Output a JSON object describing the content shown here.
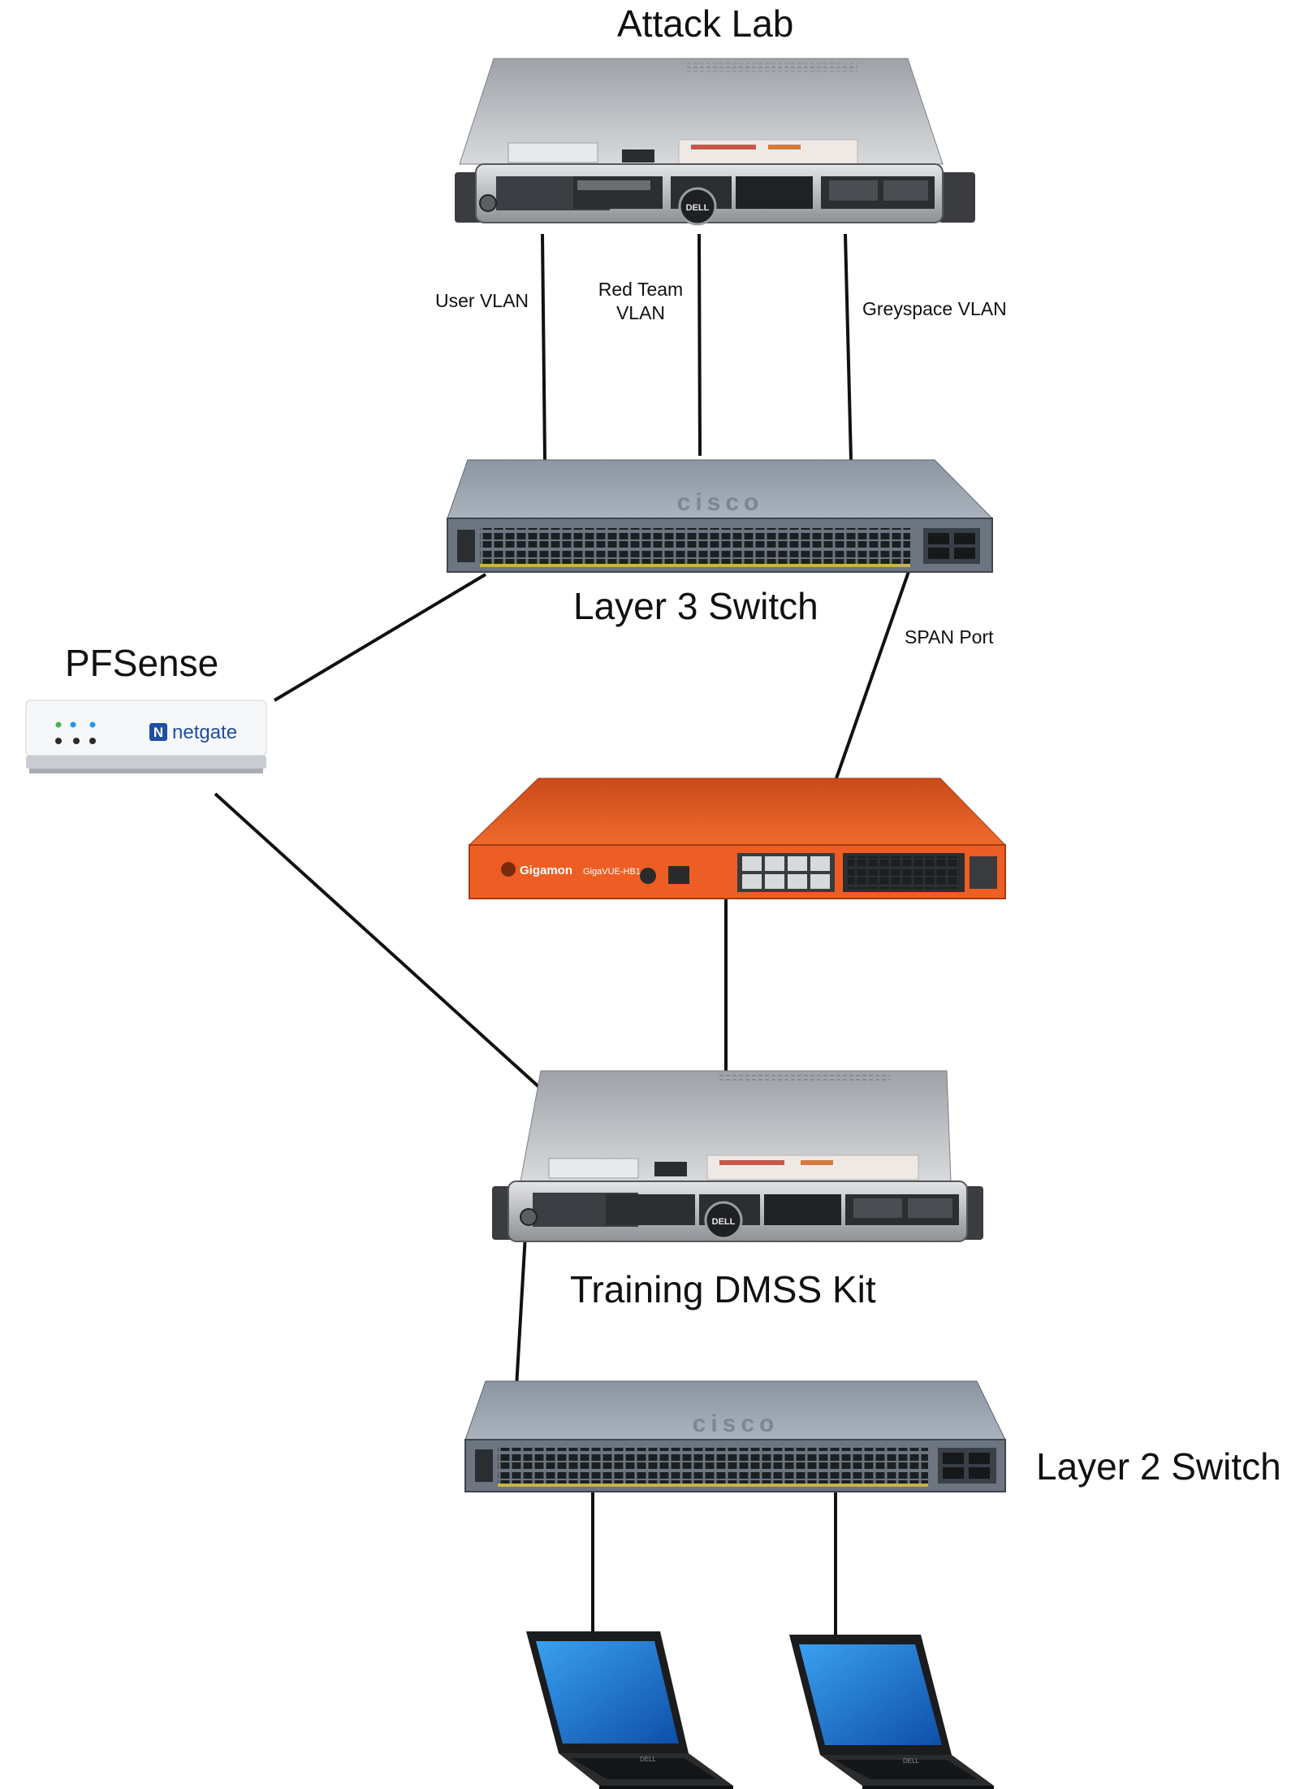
{
  "labels": {
    "attack_lab": "Attack Lab",
    "layer3_switch": "Layer 3 Switch",
    "pfsense": "PFSense",
    "training_kit": "Training DMSS Kit",
    "layer2_switch": "Layer 2 Switch"
  },
  "links": {
    "user_vlan": "User VLAN",
    "red_team_vlan_1": "Red Team",
    "red_team_vlan_2": "VLAN",
    "greyspace_vlan": "Greyspace VLAN",
    "span_port": "SPAN Port"
  },
  "devices": {
    "server_brand": "DELL",
    "switch_brand": "cisco",
    "pfsense_brand": "netgate",
    "tap_brand": "Gigamon",
    "tap_model": "GigaVUE-HB1",
    "laptop_brand": "DELL"
  },
  "colors": {
    "server_body": "#bfc2c6",
    "switch_body": "#6f7a86",
    "tap_body": "#e8561f",
    "netgate_blue": "#1f4fa3",
    "laptop_screen": "#1e7fd6",
    "link": "#111111"
  }
}
